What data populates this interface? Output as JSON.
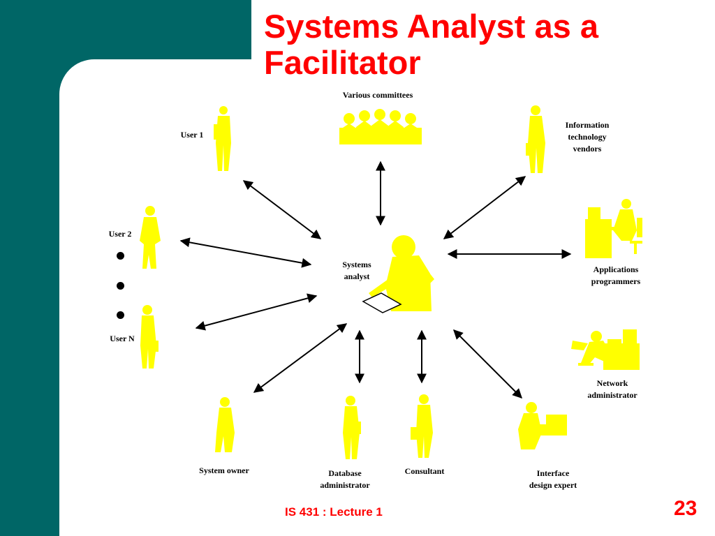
{
  "slide": {
    "title_line1": "Systems Analyst as a",
    "title_line2": "Facilitator",
    "footer_course": "IS 431 : Lecture 1",
    "page_number": "23",
    "accent_color": "#ff0000",
    "band_color": "#006666",
    "figure_color": "#ffff00"
  },
  "diagram": {
    "center": "Systems\nanalyst",
    "nodes": {
      "committees": "Various committees",
      "user1": "User 1",
      "user2": "User 2",
      "usern": "User N",
      "it_vendors": "Information\ntechnology\nvendors",
      "app_programmers": "Applications\nprogrammers",
      "network_admin": "Network\nadministrator",
      "interface_expert": "Interface\ndesign expert",
      "consultant": "Consultant",
      "dba": "Database\nadministrator",
      "system_owner": "System owner"
    }
  }
}
